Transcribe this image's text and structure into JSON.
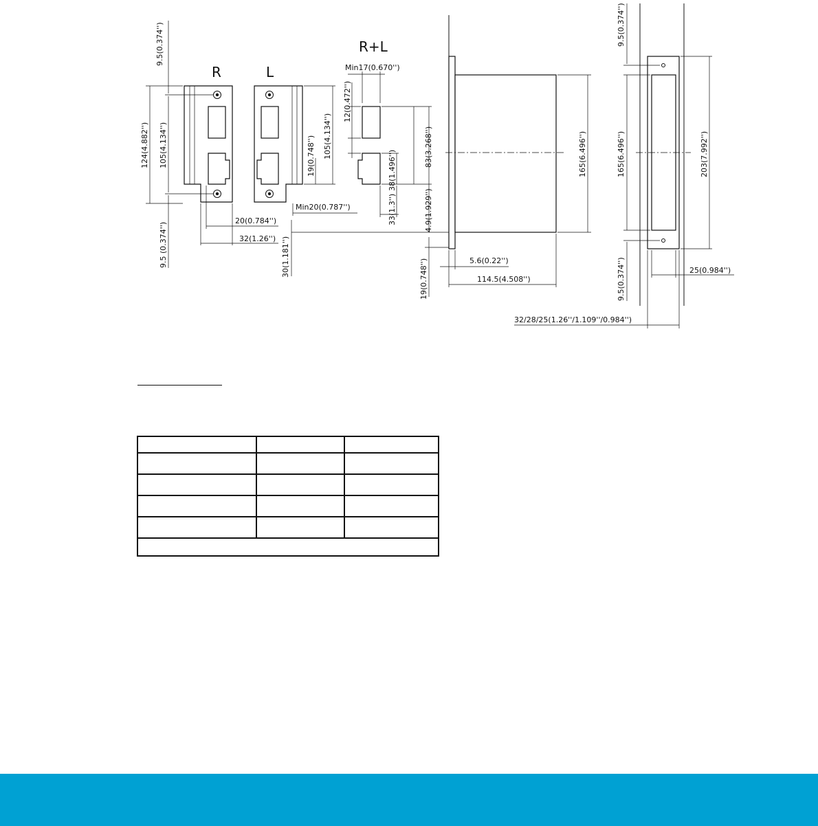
{
  "views": {
    "r_label": "R",
    "l_label": "L",
    "rl_label": "R+L"
  },
  "dimensions": {
    "r_top_offset": "9.5(0.374'')",
    "r_overall_height": "124(4.882'')",
    "r_hole_spacing": "105(4.134'')",
    "r_bottom_offset": "9.5 (0.374'')",
    "r_opening_width": "20(0.784'')",
    "r_plate_width": "32(1.26'')",
    "l_hole_spacing": "105(4.134'')",
    "l_lower_height": "19(0.748'')",
    "l_min_width": "Min20(0.787'')",
    "rl_min_width": "Min17(0.670'')",
    "rl_upper_height": "12(0.472'')",
    "rl_total_height": "83(3.268'')",
    "rl_lower_height": "38(1.496'')",
    "rl_bottom_height": "33(1.3'')",
    "rl_clear_height": "4.9(1.929'')",
    "rl_depth": "30(1.181'')",
    "side_bottom_height": "19(0.748'')",
    "side_flange": "5.6(0.22'')",
    "side_body_depth": "114.5(4.508'')",
    "side_body_height": "165(6.496'')",
    "front_top_offset": "9.5(0.374'')",
    "front_body_height": "165(6.496'')",
    "front_overall_height": "203(7.992'')",
    "front_bottom_offset": "9.5(0.374'')",
    "front_body_width": "25(0.984'')",
    "front_faceplate_width": "32/28/25(1.26''/1.109''/0.984'')"
  },
  "table": {
    "rows": [
      [
        "",
        "",
        ""
      ],
      [
        "",
        "",
        ""
      ],
      [
        "",
        "",
        ""
      ],
      [
        "",
        "",
        ""
      ],
      [
        "",
        "",
        ""
      ]
    ],
    "note": ""
  },
  "footer": {
    "color": "#00A1D3"
  },
  "colors": {
    "line": "#111111",
    "background": "#ffffff"
  }
}
